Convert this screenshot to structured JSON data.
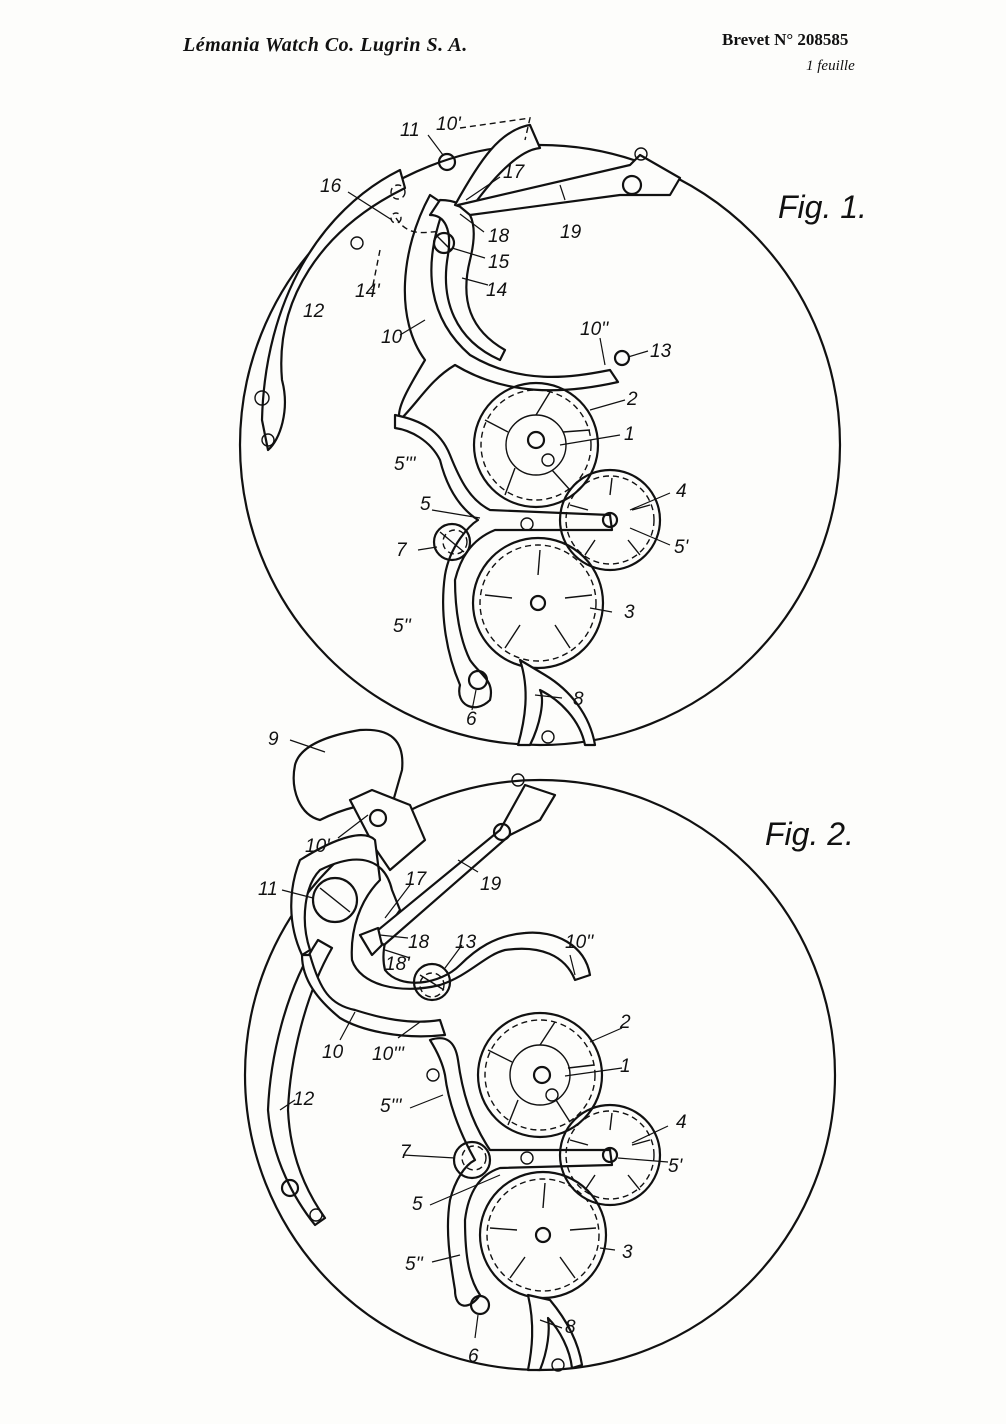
{
  "header": {
    "company": "Lémania Watch Co. Lugrin S. A.",
    "patent": "Brevet N° 208585",
    "sheet": "1 feuille"
  },
  "figures": [
    {
      "title": "Fig. 1.",
      "labels": [
        "10'",
        "11",
        "17",
        "16",
        "18",
        "19",
        "15",
        "14'",
        "14",
        "12",
        "10",
        "10''",
        "13",
        "2",
        "1",
        "5'''",
        "5",
        "4",
        "7",
        "5'",
        "3",
        "5''",
        "8",
        "6"
      ]
    },
    {
      "title": "Fig. 2.",
      "labels": [
        "9",
        "10'",
        "19",
        "17",
        "11",
        "18",
        "13",
        "18'",
        "10''",
        "10",
        "10'''",
        "2",
        "1",
        "12",
        "5'''",
        "4",
        "7",
        "5'",
        "5",
        "3",
        "5''",
        "8",
        "6"
      ]
    }
  ]
}
